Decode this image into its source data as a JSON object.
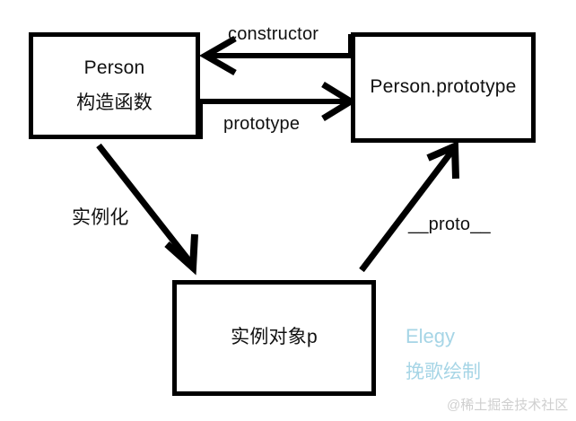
{
  "diagram": {
    "title": "JavaScript prototype relationship diagram",
    "background_color": "#ffffff",
    "stroke_color": "#000000",
    "nodes": [
      {
        "id": "person",
        "lines": [
          "Person",
          "构造函数"
        ],
        "line1": "Person",
        "line2": "构造函数"
      },
      {
        "id": "person-prototype",
        "lines": [
          "Person.prototype"
        ],
        "line1": "Person.prototype"
      },
      {
        "id": "instance",
        "lines": [
          "实例对象p"
        ],
        "line1": "实例对象p"
      }
    ],
    "edges": [
      {
        "id": "constructor",
        "label": "constructor",
        "from": "person-prototype",
        "to": "person",
        "direction": "right-to-left"
      },
      {
        "id": "prototype",
        "label": "prototype",
        "from": "person",
        "to": "person-prototype",
        "direction": "left-to-right"
      },
      {
        "id": "instantiate",
        "label": "实例化",
        "from": "person",
        "to": "instance",
        "direction": "diagonal-down-right"
      },
      {
        "id": "proto",
        "label": "__proto__",
        "from": "instance",
        "to": "person-prototype",
        "direction": "diagonal-up-right"
      }
    ]
  },
  "signature": {
    "name": "Elegy",
    "subtitle": "挽歌绘制",
    "color": "#a6d5e6"
  },
  "watermark": {
    "text": "@稀土掘金技术社区",
    "color": "#cfcfcf"
  }
}
